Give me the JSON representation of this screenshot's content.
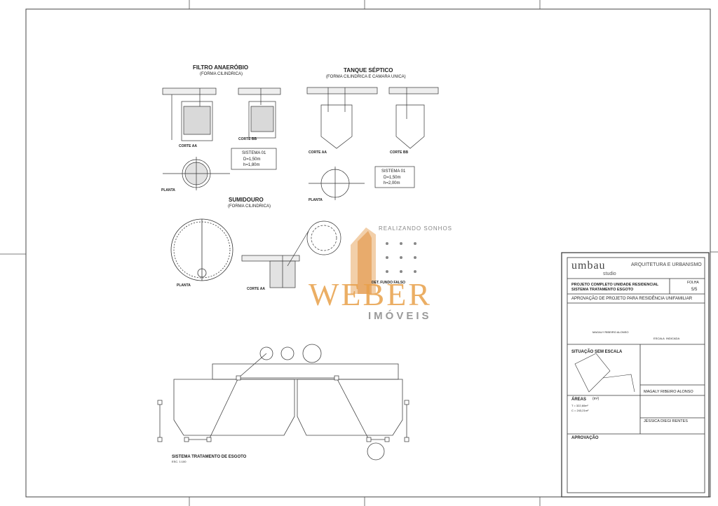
{
  "drawing": {
    "filtro_title": "FILTRO ANAERÓBIO",
    "filtro_subtitle": "(FORMA CILINDRICA)",
    "tanque_title": "TANQUE SÉPTICO",
    "tanque_subtitle": "(FORMA CILINDRICA E CAMARA UNICA)",
    "sumidouro_title": "SUMIDOURO",
    "sumidouro_subtitle": "(FORMA CILINDRICA)",
    "corte_aa": "CORTE AA",
    "corte_bb": "CORTE BB",
    "planta": "PLANTA",
    "sem_escala": "SEM ESCALA",
    "sistema_filtro": [
      "SISTEMA 01",
      "D=1,50m",
      "h=1,80m"
    ],
    "sistema_tanque": [
      "SISTEMA 01",
      "D=1,50m",
      "h=2,00m"
    ],
    "det_fundo_falso": "DET. FUNDO FALSO",
    "sistema_tratamento": "SISTEMA TRATAMENTO DE ESGOTO",
    "sistema_tratamento_escala": "ESC. 1:100"
  },
  "watermark": {
    "tagline": "REALIZANDO SONHOS",
    "brand": "WEBER",
    "sub": "IMÓVEIS",
    "brand_color": "#e8a04a",
    "sub_color": "#9a9a9a"
  },
  "title_block": {
    "logo": "umbau",
    "logo_sub": "studio",
    "firm": "ARQUITETURA E URBANISMO",
    "project_line1": "PROJETO COMPLETO UNIDADE RESIDENCIAL",
    "project_line2": "SISTEMA TRATAMENTO ESGOTO",
    "folha_label": "FOLHA",
    "folha_value": "5/5",
    "aprovacao_text": "APROVAÇÃO DE PROJETO PARA RESIDÊNCIA UNIFAMILIAR",
    "proprietario": "MAGALY RIBEIRO ALONSO",
    "escala_label": "ESCALA",
    "escala_value": "INDICADA",
    "situacao_label": "SITUAÇÃO SEM ESCALA",
    "areas_label": "ÁREAS",
    "areas_unit": "(m²)",
    "area_1": "T = 322,60m²",
    "area_2": "C = 243,21m²",
    "responsavel": "MAGALY RIBEIRO ALONSO",
    "autor": "JÉSSICA DIEGI RENTES",
    "aprovacao_label": "APROVAÇÃO"
  }
}
